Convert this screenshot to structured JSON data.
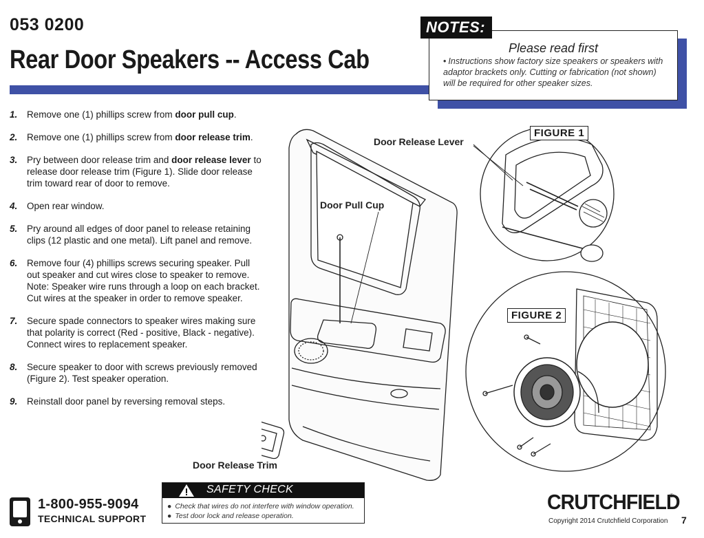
{
  "header": {
    "part_number": "053 0200",
    "title": "Rear Door Speakers -- Access Cab"
  },
  "notes": {
    "tag": "NOTES:",
    "heading": "Please read first",
    "text": "Instructions show factory size speakers or speakers with adaptor brackets only.  Cutting or fabrication (not shown) will be required for other speaker sizes."
  },
  "steps": [
    {
      "num": "1.",
      "parts": [
        {
          "t": "Remove one (1) phillips screw from "
        },
        {
          "t": "door pull cup",
          "b": true
        },
        {
          "t": "."
        }
      ]
    },
    {
      "num": "2.",
      "parts": [
        {
          "t": "Remove one (1) phillips screw from "
        },
        {
          "t": "door release trim",
          "b": true
        },
        {
          "t": "."
        }
      ]
    },
    {
      "num": "3.",
      "parts": [
        {
          "t": "Pry between door release trim and "
        },
        {
          "t": "door release lever",
          "b": true
        },
        {
          "t": " to release door release trim (Figure 1).  Slide door release trim toward rear of door to remove."
        }
      ]
    },
    {
      "num": "4.",
      "parts": [
        {
          "t": "Open rear window."
        }
      ]
    },
    {
      "num": "5.",
      "parts": [
        {
          "t": "Pry around all edges of door panel to release retaining clips (12 plastic and one metal).  Lift panel and remove."
        }
      ]
    },
    {
      "num": "6.",
      "parts": [
        {
          "t": "Remove four (4) phillips screws securing speaker.  Pull out speaker and cut wires close to speaker to remove.  Note:  Speaker wire runs through a loop on each bracket.  Cut wires at the speaker in order to remove speaker."
        }
      ]
    },
    {
      "num": "7.",
      "parts": [
        {
          "t": "Secure spade connectors to speaker wires making sure that polarity is correct (Red - positive, Black - negative).  Connect wires to replacement speaker."
        }
      ]
    },
    {
      "num": "8.",
      "parts": [
        {
          "t": "Secure speaker to door with screws previously removed (Figure 2).  Test speaker operation."
        }
      ]
    },
    {
      "num": "9.",
      "parts": [
        {
          "t": "Reinstall door panel by reversing removal steps."
        }
      ]
    }
  ],
  "callouts": {
    "door_pull_cup": "Door Pull Cup",
    "door_release_lever": "Door Release Lever",
    "door_release_trim": "Door Release Trim",
    "figure1": "FIGURE 1",
    "figure2": "FIGURE 2"
  },
  "footer": {
    "phone": "1-800-955-9094",
    "support": "TECHNICAL SUPPORT",
    "safety_title": "SAFETY CHECK",
    "safety_items": [
      "Check that wires do not interfere with window operation.",
      "Test door lock and release operation."
    ],
    "brand": "CRUTCHFIELD",
    "reg": "®",
    "copyright": "Copyright 2014  Crutchfield Corporation",
    "page_number": "7"
  },
  "icons": [
    "phone-icon",
    "warning-icon",
    "bullet-icon"
  ],
  "colors": {
    "accent_blue": "#3f51a6",
    "ink": "#1a1a1a"
  }
}
